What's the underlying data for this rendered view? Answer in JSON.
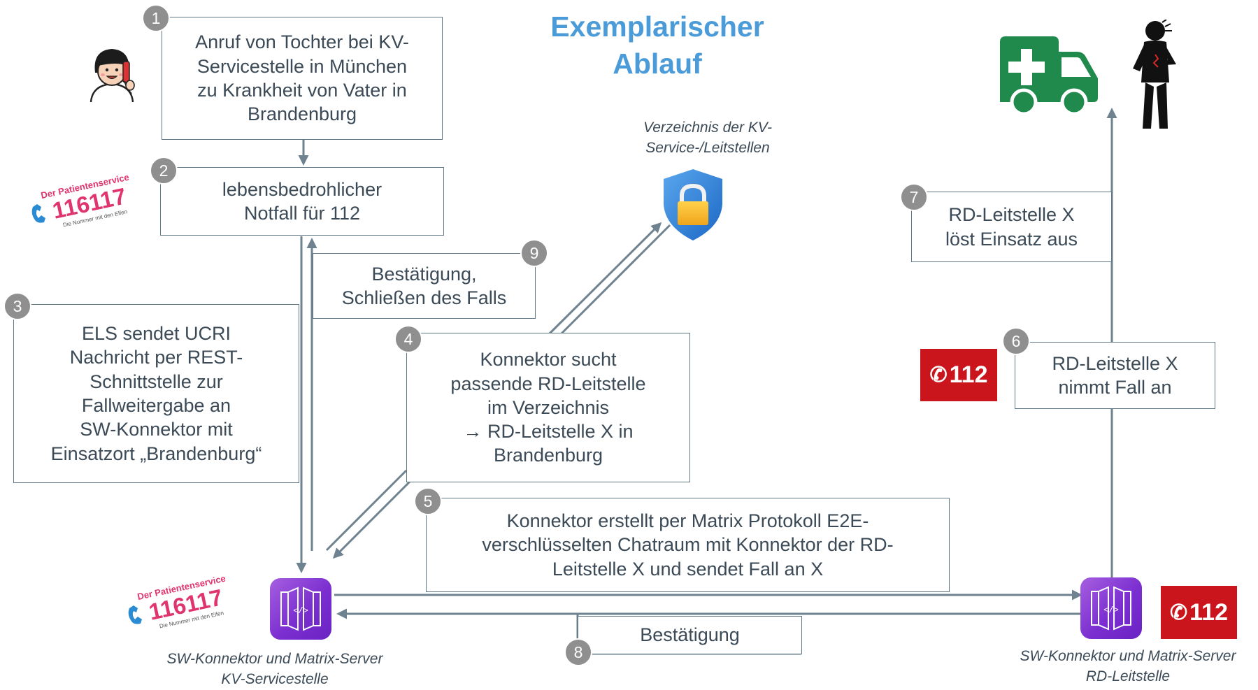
{
  "title": "Exemplarischer\nAblauf",
  "steps": [
    {
      "num": "1",
      "text": "Anruf von Tochter bei KV-\nServicestelle in München\nzu Krankheit von Vater in\nBrandenburg"
    },
    {
      "num": "2",
      "text": "lebensbedrohlicher\nNotfall für 112"
    },
    {
      "num": "3",
      "text": "ELS sendet UCRI\nNachricht per REST-\nSchnittstelle zur\nFallweitergabe an\nSW-Konnektor mit\nEinsatzort „Brandenburg“"
    },
    {
      "num": "4",
      "text": "Konnektor sucht\npassende RD-Leitstelle\nim Verzeichnis\n→ RD-Leitstelle X in\nBrandenburg"
    },
    {
      "num": "5",
      "text": "Konnektor erstellt per Matrix Protokoll E2E-\nverschlüsselten Chatraum mit Konnektor der RD-\nLeitstelle X und sendet Fall an X"
    },
    {
      "num": "6",
      "text": "RD-Leitstelle X\nnimmt Fall an"
    },
    {
      "num": "7",
      "text": "RD-Leitstelle X\nlöst Einsatz aus"
    },
    {
      "num": "8",
      "text": "Bestätigung"
    },
    {
      "num": "9",
      "text": "Bestätigung,\nSchließen des Falls"
    }
  ],
  "directory_caption": "Verzeichnis der KV-\nService-/Leitstellen",
  "connector_left_caption": "SW-Konnektor und Matrix-Server\nKV-Servicestelle",
  "connector_right_caption": "SW-Konnektor und Matrix-Server\nRD-Leitstelle",
  "logo_116117": {
    "top": "Der Patientenservice",
    "number": "116117",
    "bottom": "Die Nummer mit den Elfen"
  },
  "logo_112": "112",
  "colors": {
    "title": "#4a9bd8",
    "box_border": "#5f7784",
    "arrow": "#6e838f",
    "badge": "#8f8f8f",
    "red": "#c9151b",
    "ambulance": "#1f8a4c",
    "connector": "#7b2fd0"
  },
  "icons": [
    "caller-icon",
    "ambulance-icon",
    "patient-icon",
    "shield-lock-icon",
    "connector-icon",
    "phone-icon"
  ]
}
